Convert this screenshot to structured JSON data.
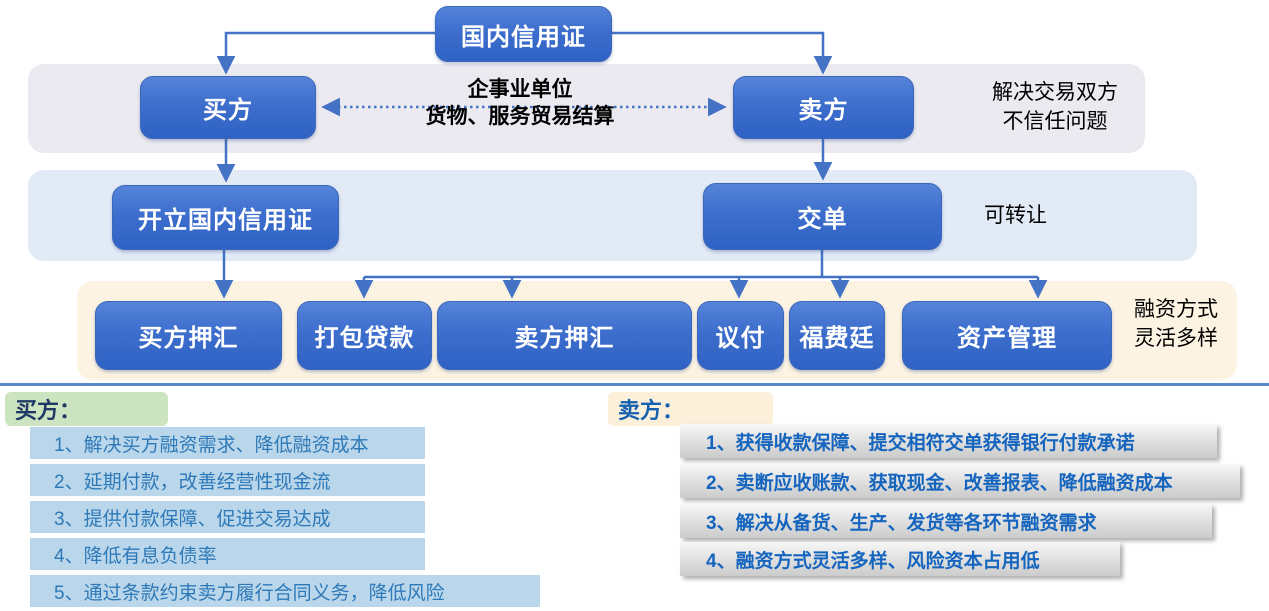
{
  "root_box": {
    "label": "国内信用证"
  },
  "row1": {
    "buyer_label": "买方",
    "seller_label": "卖方",
    "middle_line1": "企事业单位",
    "middle_line2": "货物、服务贸易结算",
    "note_line1": "解决交易双方",
    "note_line2": "不信任问题"
  },
  "row2": {
    "open_lc_label": "开立国内信用证",
    "present_docs_label": "交单",
    "note": "可转让"
  },
  "row3": {
    "boxes": [
      "买方押汇",
      "打包贷款",
      "卖方押汇",
      "议付",
      "福费廷",
      "资产管理"
    ],
    "note_line1": "融资方式",
    "note_line2": "灵活多样"
  },
  "buyer_section": {
    "title": "买方：",
    "items": [
      "1、解决买方融资需求、降低融资成本",
      "2、延期付款，改善经营性现金流",
      "3、提供付款保障、促进交易达成",
      "4、降低有息负债率",
      "5、通过条款约束卖方履行合同义务，降低风险"
    ]
  },
  "seller_section": {
    "title": "卖方：",
    "items": [
      "1、获得收款保障、提交相符交单获得银行付款承诺",
      "2、卖断应收账款、获取现金、改善报表、降低融资成本",
      "3、解决从备货、生产、发货等各环节融资需求",
      "4、融资方式灵活多样、风险资本占用低"
    ]
  },
  "colors": {
    "box_blue": "#3d6ecd",
    "connector_blue": "#4472c4",
    "band_row1": "#ebeaf1",
    "band_row2": "#e2eaf6",
    "band_row3": "#fcf3e3",
    "buyer_title_bg": "#cde4c1",
    "buyer_item_bg": "#b9d6eb",
    "seller_title_bg": "#fcf0db",
    "seller_item_text": "#1565be",
    "divider": "#5b87ce"
  }
}
